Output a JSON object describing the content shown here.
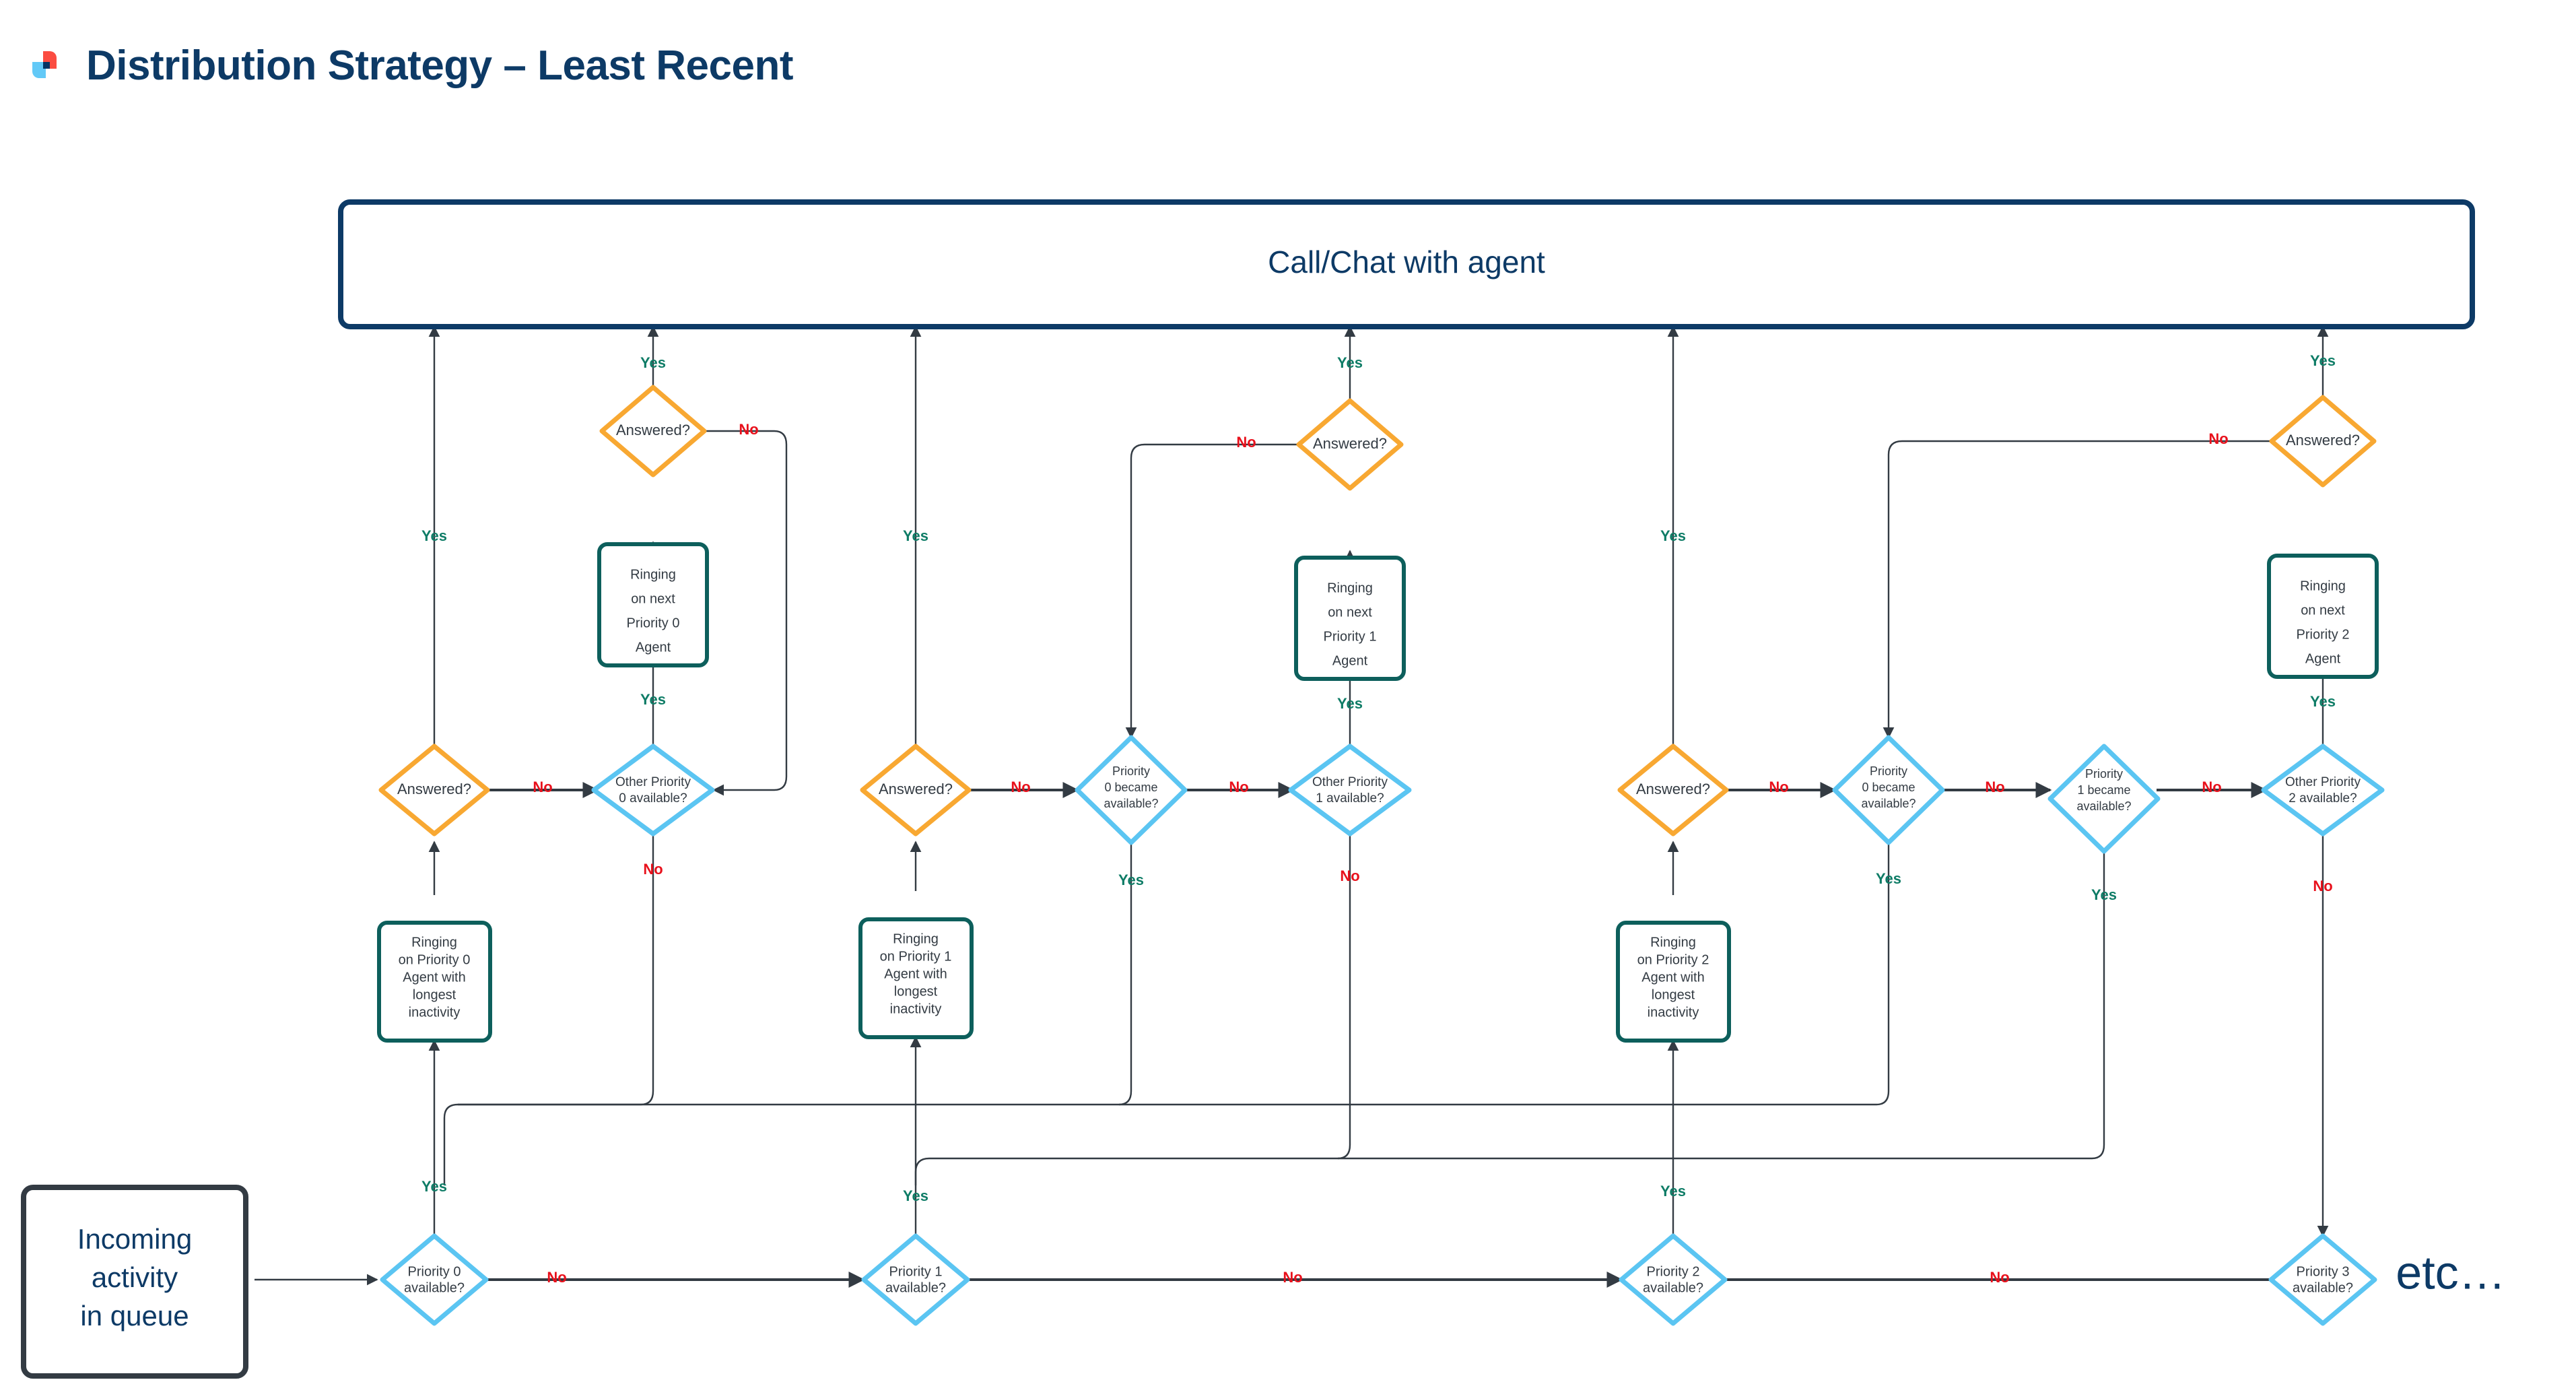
{
  "header": {
    "logo_icon": "brand-logo-icon",
    "logo_colors": {
      "red": "#fb4c41",
      "light_blue": "#62c9f7",
      "navy": "#063363"
    },
    "title": "Distribution Strategy – Least Recent"
  },
  "palette": {
    "orange": "#f8a832",
    "light_blue": "#5bc5f2",
    "teal_green": "#0d5f5c",
    "navy": "#0d3a66",
    "dark_slate": "#333b43",
    "yes_green": "#0e7c66",
    "no_red": "#e8111c"
  },
  "diagram": {
    "type": "flowchart",
    "top_node": {
      "label": "Call/Chat with agent",
      "shape": "rounded-rect",
      "color": "navy"
    },
    "start_node": {
      "label": "Incoming\nactivity\nin queue",
      "shape": "rounded-rect",
      "color": "dark"
    },
    "etc_note": "etc…",
    "nodes": [
      {
        "id": "p0avail",
        "label": "Priority 0\navailable?",
        "shape": "diamond",
        "color": "light_blue"
      },
      {
        "id": "p1avail",
        "label": "Priority 1\navailable?",
        "shape": "diamond",
        "color": "light_blue"
      },
      {
        "id": "p2avail",
        "label": "Priority 2\navailable?",
        "shape": "diamond",
        "color": "light_blue"
      },
      {
        "id": "p3avail",
        "label": "Priority 3\navailable?",
        "shape": "diamond",
        "color": "light_blue"
      },
      {
        "id": "ring0",
        "label": "Ringing\non Priority 0\nAgent with\nlongest\ninactivity",
        "shape": "rounded-rect",
        "color": "teal_green"
      },
      {
        "id": "ring1",
        "label": "Ringing\non Priority 1\nAgent with\nlongest\ninactivity",
        "shape": "rounded-rect",
        "color": "teal_green"
      },
      {
        "id": "ring2",
        "label": "Ringing\non Priority 2\nAgent with\nlongest\ninactivity",
        "shape": "rounded-rect",
        "color": "teal_green"
      },
      {
        "id": "ans0",
        "label": "Answered?",
        "shape": "diamond",
        "color": "orange"
      },
      {
        "id": "ans1",
        "label": "Answered?",
        "shape": "diamond",
        "color": "orange"
      },
      {
        "id": "ans2",
        "label": "Answered?",
        "shape": "diamond",
        "color": "orange"
      },
      {
        "id": "other0",
        "label": "Other Priority\n0 available?",
        "shape": "diamond",
        "color": "light_blue"
      },
      {
        "id": "other1",
        "label": "Other Priority\n1 available?",
        "shape": "diamond",
        "color": "light_blue"
      },
      {
        "id": "other2",
        "label": "Other Priority\n2 available?",
        "shape": "diamond",
        "color": "light_blue"
      },
      {
        "id": "next0",
        "label": "Ringing\non next\nPriority 0\nAgent",
        "shape": "rounded-rect",
        "color": "teal_green"
      },
      {
        "id": "next1",
        "label": "Ringing\non next\nPriority 1\nAgent",
        "shape": "rounded-rect",
        "color": "teal_green"
      },
      {
        "id": "next2",
        "label": "Ringing\non next\nPriority 2\nAgent",
        "shape": "rounded-rect",
        "color": "teal_green"
      },
      {
        "id": "ansN0",
        "label": "Answered?",
        "shape": "diamond",
        "color": "orange"
      },
      {
        "id": "ansN1",
        "label": "Answered?",
        "shape": "diamond",
        "color": "orange"
      },
      {
        "id": "ansN2",
        "label": "Answered?",
        "shape": "diamond",
        "color": "orange"
      },
      {
        "id": "p0became_a",
        "label": "Priority\n0 became\navailable?",
        "shape": "diamond",
        "color": "light_blue"
      },
      {
        "id": "p0became_b",
        "label": "Priority\n0 became\navailable?",
        "shape": "diamond",
        "color": "light_blue"
      },
      {
        "id": "p1became",
        "label": "Priority\n1 became\navailable?",
        "shape": "diamond",
        "color": "light_blue"
      }
    ],
    "edge_labels": {
      "yes": "Yes",
      "no": "No"
    }
  },
  "labels": {
    "top_box": "Call/Chat with agent",
    "start_line1": "Incoming",
    "start_line2": "activity",
    "start_line3": "in queue",
    "etc": "etc…",
    "answered": "Answered?",
    "p0_available": "Priority 0",
    "p0_available2": "available?",
    "p1_available": "Priority 1",
    "p1_available2": "available?",
    "p2_available": "Priority 2",
    "p2_available2": "available?",
    "p3_available": "Priority 3",
    "p3_available2": "available?",
    "other_p0_l1": "Other Priority",
    "other_p0_l2": "0 available?",
    "other_p1_l1": "Other Priority",
    "other_p1_l2": "1 available?",
    "other_p2_l1": "Other Priority",
    "other_p2_l2": "2 available?",
    "became_l1": "Priority",
    "became0_l2": "0 became",
    "became1_l2": "1 became",
    "became_l3": "available?",
    "ringing": "Ringing",
    "on_next": "on next",
    "agent": "Agent",
    "priority0_agent": "Priority 0",
    "priority1_agent": "Priority 1",
    "priority2_agent": "Priority 2",
    "on_priority0": "on Priority 0",
    "on_priority1": "on Priority 1",
    "on_priority2": "on Priority 2",
    "agent_with": "Agent with",
    "longest": "longest",
    "inactivity": "inactivity",
    "yes": "Yes",
    "no": "No"
  }
}
